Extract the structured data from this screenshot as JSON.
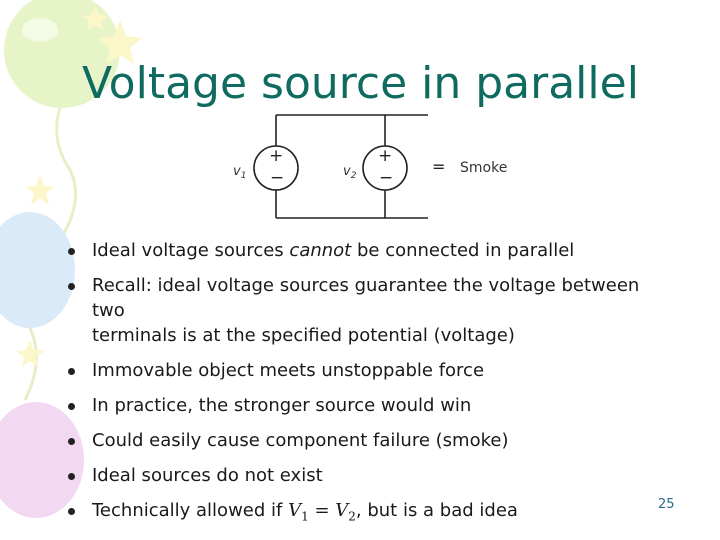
{
  "slide": {
    "title": "Voltage source in parallel",
    "page_number": "25"
  },
  "circuit": {
    "left_source_label": "v",
    "left_source_sub": "1",
    "right_source_label": "v",
    "right_source_sub": "2",
    "plus": "+",
    "minus": "−",
    "equals": "=",
    "result": "Smoke"
  },
  "bullets": [
    {
      "pre": "Ideal voltage sources ",
      "em": "cannot",
      "post": " be connected in parallel"
    },
    {
      "pre": "Recall: ideal voltage sources guarantee the voltage between two\nterminals is at the specified potential (voltage)",
      "em": "",
      "post": ""
    },
    {
      "pre": "Immovable object meets unstoppable force",
      "em": "",
      "post": ""
    },
    {
      "pre": "In practice, the stronger source would win",
      "em": "",
      "post": ""
    },
    {
      "pre": "Could easily cause component failure (smoke)",
      "em": "",
      "post": ""
    },
    {
      "pre": "Ideal sources do not exist",
      "em": "",
      "post": ""
    },
    {
      "pre": "Technically allowed if ",
      "math_a": "V",
      "math_a_sub": "1",
      "math_eq": " = ",
      "math_b": "V",
      "math_b_sub": "2",
      "post": ", but is a bad idea"
    }
  ]
}
